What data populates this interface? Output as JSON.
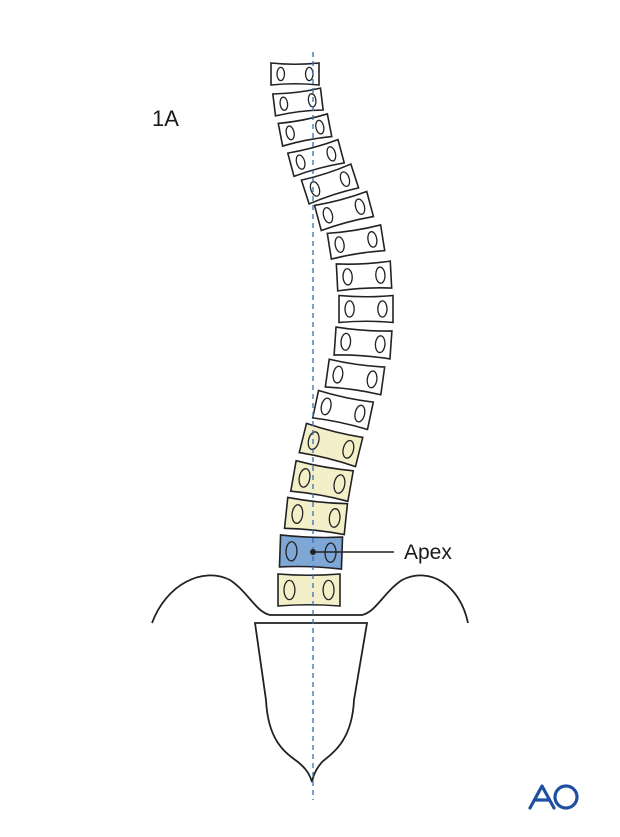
{
  "figure_label": "1A",
  "apex_label": "Apex",
  "logo_text": "AO",
  "colors": {
    "normal_vertebra": "#ffffff",
    "curve_vertebra": "#f3f0c9",
    "apex_vertebra": "#7fa7d6",
    "midline": "#2f6fc1",
    "logo": "#1f4fa0",
    "stroke": "#222222"
  },
  "vertebrae": [
    {
      "name": "vertebra-1",
      "kind": "normal"
    },
    {
      "name": "vertebra-2",
      "kind": "normal"
    },
    {
      "name": "vertebra-3",
      "kind": "normal"
    },
    {
      "name": "vertebra-4",
      "kind": "normal"
    },
    {
      "name": "vertebra-5",
      "kind": "normal"
    },
    {
      "name": "vertebra-6",
      "kind": "normal"
    },
    {
      "name": "vertebra-7",
      "kind": "normal"
    },
    {
      "name": "vertebra-8",
      "kind": "normal"
    },
    {
      "name": "vertebra-9",
      "kind": "normal"
    },
    {
      "name": "vertebra-10",
      "kind": "normal"
    },
    {
      "name": "vertebra-11",
      "kind": "normal"
    },
    {
      "name": "vertebra-12",
      "kind": "normal"
    },
    {
      "name": "vertebra-13",
      "kind": "curve"
    },
    {
      "name": "vertebra-14",
      "kind": "curve"
    },
    {
      "name": "vertebra-15",
      "kind": "curve"
    },
    {
      "name": "vertebra-16",
      "kind": "apex"
    },
    {
      "name": "vertebra-17",
      "kind": "curve"
    }
  ]
}
